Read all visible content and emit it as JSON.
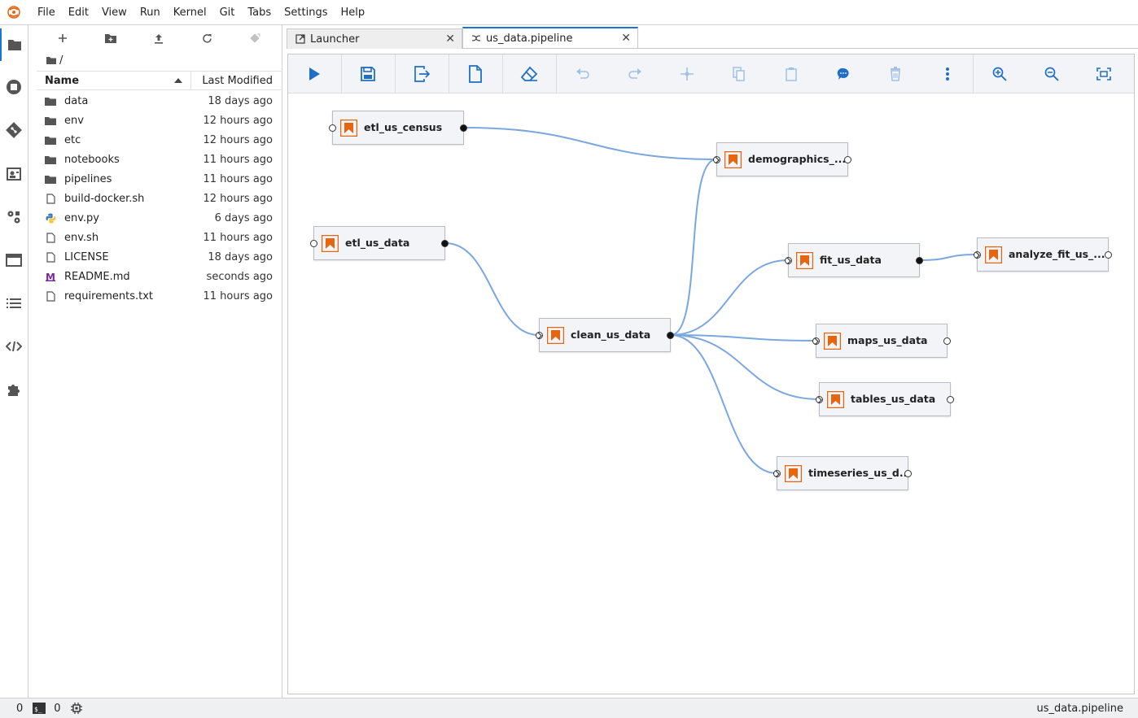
{
  "menu": [
    "File",
    "Edit",
    "View",
    "Run",
    "Kernel",
    "Git",
    "Tabs",
    "Settings",
    "Help"
  ],
  "activity_icons": [
    "folder-icon",
    "running-icon",
    "git-icon",
    "property-inspector-icon",
    "components-icon",
    "tabs-icon",
    "toc-icon",
    "code-snippets-icon",
    "extensions-icon"
  ],
  "file_browser": {
    "breadcrumb": "/",
    "columns": {
      "name": "Name",
      "modified": "Last Modified"
    },
    "files": [
      {
        "name": "data",
        "modified": "18 days ago",
        "type": "folder"
      },
      {
        "name": "env",
        "modified": "12 hours ago",
        "type": "folder"
      },
      {
        "name": "etc",
        "modified": "12 hours ago",
        "type": "folder"
      },
      {
        "name": "notebooks",
        "modified": "11 hours ago",
        "type": "folder"
      },
      {
        "name": "pipelines",
        "modified": "11 hours ago",
        "type": "folder"
      },
      {
        "name": "build-docker.sh",
        "modified": "12 hours ago",
        "type": "file"
      },
      {
        "name": "env.py",
        "modified": "6 days ago",
        "type": "python"
      },
      {
        "name": "env.sh",
        "modified": "11 hours ago",
        "type": "file"
      },
      {
        "name": "LICENSE",
        "modified": "18 days ago",
        "type": "file"
      },
      {
        "name": "README.md",
        "modified": "seconds ago",
        "type": "markdown"
      },
      {
        "name": "requirements.txt",
        "modified": "11 hours ago",
        "type": "file"
      }
    ]
  },
  "tabs": [
    {
      "label": "Launcher",
      "active": false
    },
    {
      "label": "us_data.pipeline",
      "active": true
    }
  ],
  "pipeline_nodes": [
    {
      "id": "etl_census",
      "label": "etl_us_census"
    },
    {
      "id": "demographics",
      "label": "demographics_..."
    },
    {
      "id": "etl_data",
      "label": "etl_us_data"
    },
    {
      "id": "fit",
      "label": "fit_us_data"
    },
    {
      "id": "analyze",
      "label": "analyze_fit_us_..."
    },
    {
      "id": "clean",
      "label": "clean_us_data"
    },
    {
      "id": "maps",
      "label": "maps_us_data"
    },
    {
      "id": "tables",
      "label": "tables_us_data"
    },
    {
      "id": "timeseries",
      "label": "timeseries_us_d..."
    }
  ],
  "status": {
    "terminals": "0",
    "kernels": "0",
    "document": "us_data.pipeline"
  },
  "colors": {
    "accent": "#1976d2",
    "node_icon": "#e8650f",
    "edge": "#7aa7e0",
    "toolbar_icon": "#1f6fc5"
  }
}
